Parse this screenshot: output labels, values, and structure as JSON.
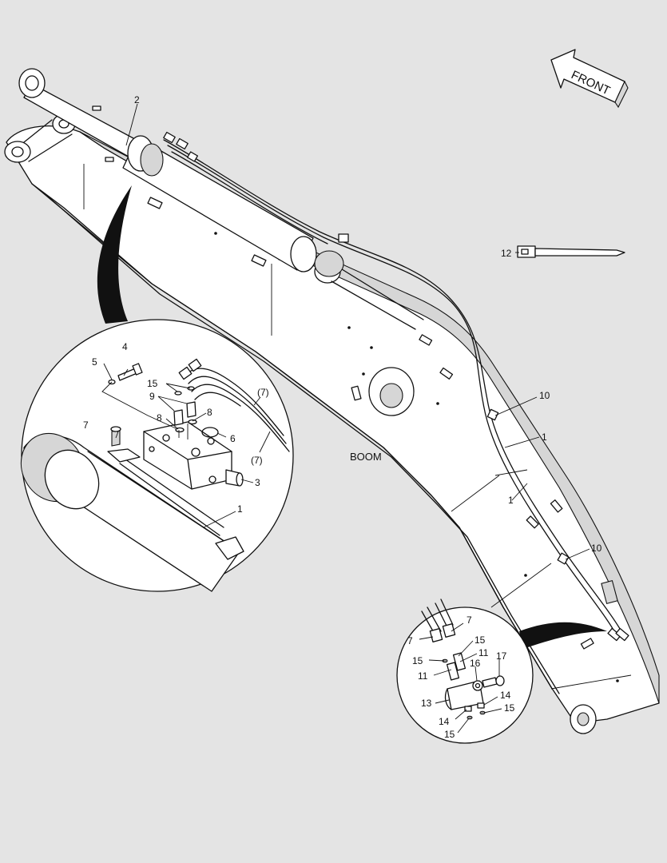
{
  "labels": {
    "front": "FRONT",
    "boom": "BOOM"
  },
  "callouts": {
    "c2": "2",
    "c12": "12",
    "c10a": "10",
    "c1a": "1",
    "c1b": "1",
    "c10b": "10",
    "d4": "4",
    "d5": "5",
    "d15": "15",
    "d9": "9",
    "d8a": "8",
    "d8b": "8",
    "d7pa": "(7)",
    "d7pb": "(7)",
    "d7": "7",
    "d6": "6",
    "d3": "3",
    "d1": "1",
    "e7a": "7",
    "e7b": "7",
    "e15a": "15",
    "e15b": "15",
    "e11a": "11",
    "e11b": "11",
    "e16": "16",
    "e17": "17",
    "e13": "13",
    "e14a": "14",
    "e14b": "14",
    "e15c": "15",
    "e15d": "15"
  },
  "colors": {
    "background": "#e4e4e4",
    "line": "#111111",
    "part_fill": "#ffffff",
    "shade": "#d6d6d6"
  }
}
